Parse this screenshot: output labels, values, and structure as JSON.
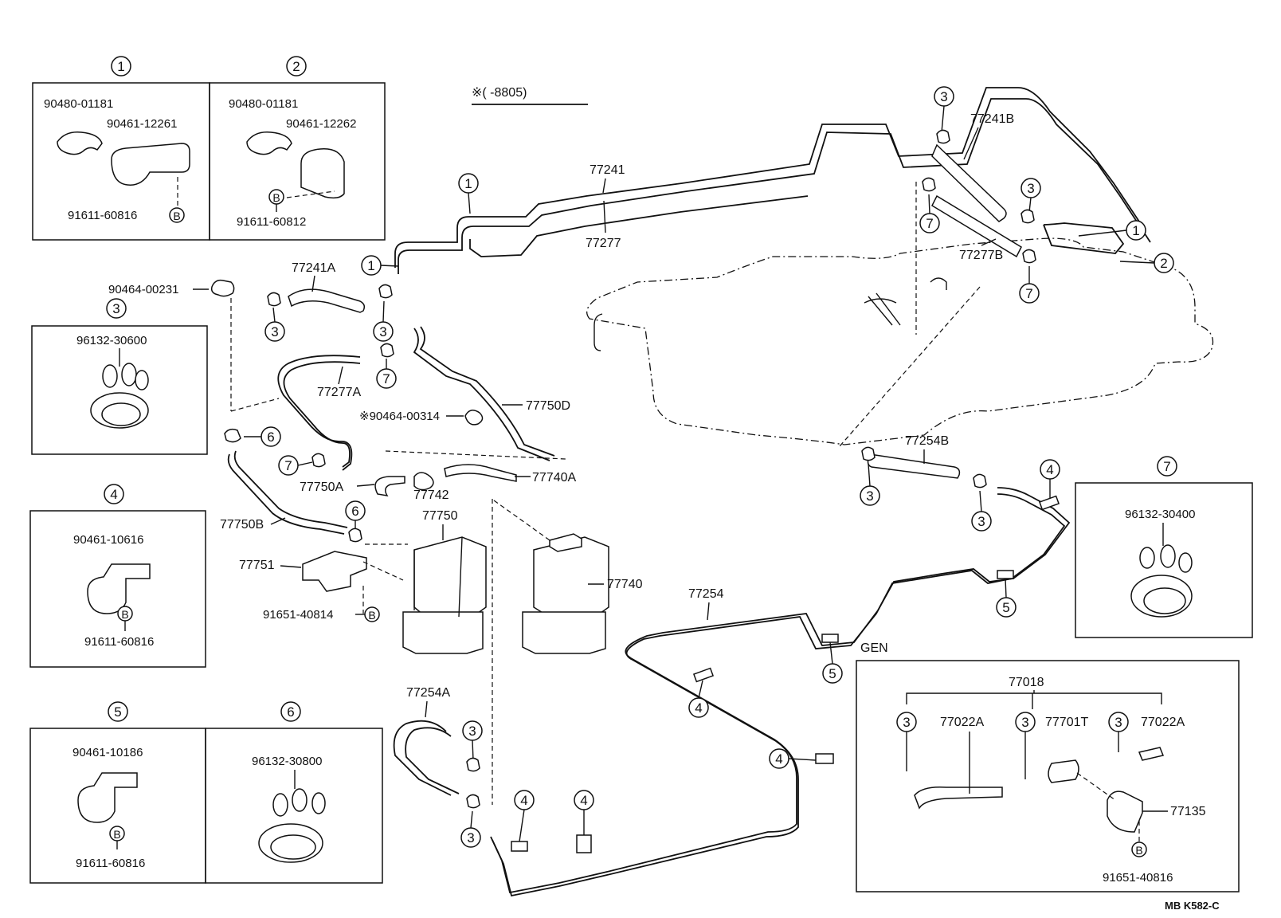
{
  "header": {
    "note_label": "※(      -8805)"
  },
  "insets": {
    "inset1": {
      "num": "1",
      "part_a": "90480-01181",
      "part_b": "90461-12261",
      "part_c": "91611-60816",
      "bolt": "B"
    },
    "inset2": {
      "num": "2",
      "part_a": "90480-01181",
      "part_b": "90461-12262",
      "part_c": "91611-60812",
      "bolt": "B"
    },
    "inset3": {
      "num": "3",
      "part_a": "96132-30600"
    },
    "inset4": {
      "num": "4",
      "part_a": "90461-10616",
      "part_c": "91611-60816",
      "bolt": "B"
    },
    "inset5": {
      "num": "5",
      "part_a": "90461-10186",
      "part_c": "91611-60816",
      "bolt": "B"
    },
    "inset6": {
      "num": "6",
      "part_a": "96132-30800"
    },
    "inset7": {
      "num": "7",
      "part_a": "96132-30400"
    },
    "gen": {
      "title": "GEN",
      "assembly": "77018",
      "hose_a": "77022A",
      "filter": "77701T",
      "hose_b": "77022A",
      "bracket": "77135",
      "bolt_part": "91651-40816",
      "bolt": "B",
      "clamp": "3"
    }
  },
  "labels": {
    "p77241": "77241",
    "p77277": "77277",
    "p77241B": "77241B",
    "p77277B": "77277B",
    "p77241A": "77241A",
    "p90464_00231": "90464-00231",
    "p77277A": "77277A",
    "p90464_00314": "※90464-00314",
    "p77750D": "77750D",
    "p77254B": "77254B",
    "p77750A": "77750A",
    "p77742": "77742",
    "p77740A": "77740A",
    "p77750B": "77750B",
    "p77750": "77750",
    "p77751": "77751",
    "p91651_40814": "91651-40814",
    "p77740": "77740",
    "p77254": "77254",
    "p77254A": "77254A",
    "bolt": "B"
  },
  "callouts": {
    "c1": "1",
    "c2": "2",
    "c3": "3",
    "c4": "4",
    "c5": "5",
    "c6": "6",
    "c7": "7"
  },
  "footer": {
    "code": "MB  K582-C"
  }
}
